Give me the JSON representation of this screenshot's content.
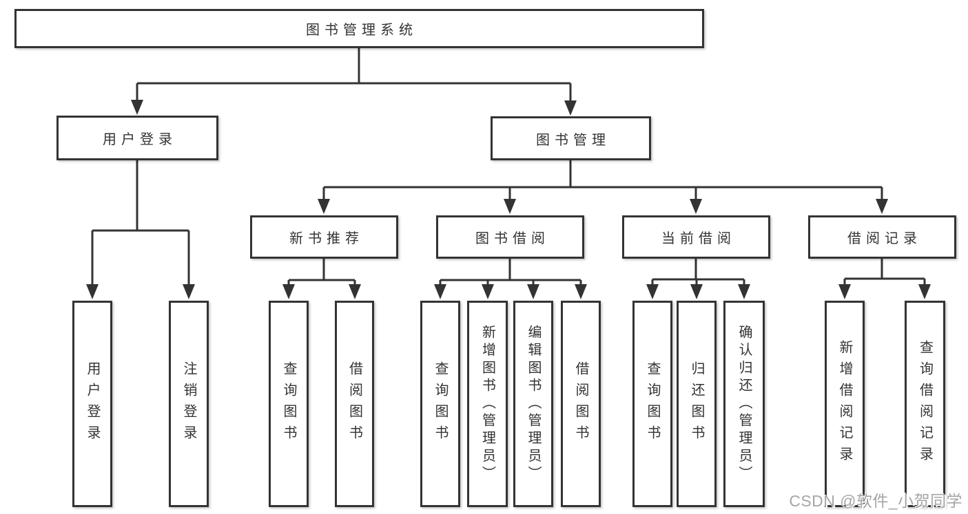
{
  "diagram": {
    "root": "图书管理系统",
    "level2": {
      "user_login": "用户登录",
      "book_management": "图书管理"
    },
    "level3": {
      "new_book_recommend": "新书推荐",
      "book_borrowing": "图书借阅",
      "current_borrowing": "当前借阅",
      "borrowing_records": "借阅记录"
    },
    "leaves": {
      "user_login": "用户登录",
      "logout": "注销登录",
      "recommend_query_books": "查询图书",
      "recommend_borrow_books": "借阅图书",
      "borrowing_query_books": "查询图书",
      "borrowing_add_books": "新增图书（管理员）",
      "borrowing_edit_books": "编辑图书（管理员）",
      "borrowing_borrow_books": "借阅图书",
      "current_query_books": "查询图书",
      "current_return_books": "归还图书",
      "current_confirm_return": "确认归还（管理员）",
      "records_add_record": "新增借阅记录",
      "records_query_record": "查询借阅记录"
    }
  },
  "watermark": "CSDN @软件_小贺同学",
  "colors": {
    "line": "#333333",
    "text": "#333333",
    "box_background": "#ffffff",
    "page_background": "#ffffff",
    "watermark": "#919191"
  }
}
